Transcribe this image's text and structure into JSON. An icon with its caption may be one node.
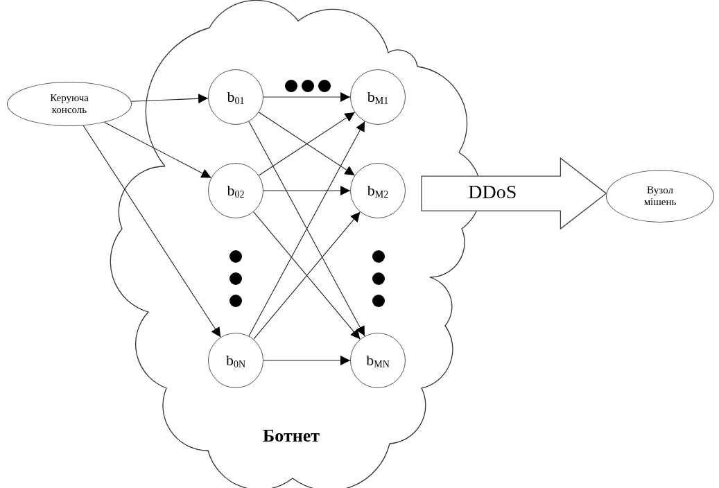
{
  "diagram": {
    "nodes": [
      {
        "text": [
          "Керуюча консоль"
        ]
      },
      {
        "text": [
          "Ботнет"
        ]
      },
      {
        "text": [
          "b$_{01}$"
        ],
        "in": 1
      },
      {
        "text": [
          "b$_{02}$"
        ],
        "in": 1
      },
      {
        "text": [
          "b$_{0N}$"
        ],
        "in": 1
      },
      {
        "text": [
          "b$_{M1}$"
        ],
        "in": 1
      },
      {
        "text": [
          "b$_{M2}$"
        ],
        "in": 1
      },
      {
        "text": [
          "b$_{MN}$"
        ],
        "in": 1
      },
      {
        "text": [
          "Вузол мішень"
        ]
      }
    ],
    "edges": [
      {
        "from": 0,
        "to": 2,
        "arrow": "to"
      },
      {
        "from": 0,
        "to": 3,
        "arrow": "to"
      },
      {
        "from": 0,
        "to": 4,
        "arrow": "to"
      },
      {
        "from": 2,
        "to": 5,
        "arrow": "to"
      },
      {
        "from": 2,
        "to": 6,
        "arrow": "to"
      },
      {
        "from": 2,
        "to": 7,
        "arrow": "to"
      },
      {
        "from": 3,
        "to": 5,
        "arrow": "to"
      },
      {
        "from": 3,
        "to": 6,
        "arrow": "to"
      },
      {
        "from": 3,
        "to": 7,
        "arrow": "to"
      },
      {
        "from": 4,
        "to": 5,
        "arrow": "to"
      },
      {
        "from": 4,
        "to": 6,
        "arrow": "to"
      },
      {
        "from": 4,
        "to": 7,
        "arrow": "to"
      },
      {
        "from": 1,
        "to": 8,
        "arrow": "to",
        "label": "DDoS",
        "style": "thick"
      }
    ]
  }
}
